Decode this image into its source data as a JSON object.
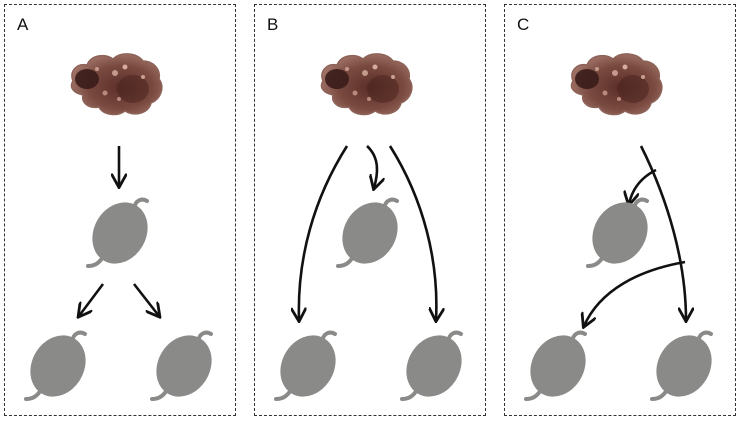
{
  "panels": [
    {
      "label": "A"
    },
    {
      "label": "B"
    },
    {
      "label": "C"
    }
  ],
  "colors": {
    "mouse": "#8a8b88",
    "arrow": "#111111",
    "border": "#333333",
    "tumor_dark": "#3a1c18",
    "tumor_mid": "#7a4a40",
    "tumor_light": "#a3766a"
  }
}
